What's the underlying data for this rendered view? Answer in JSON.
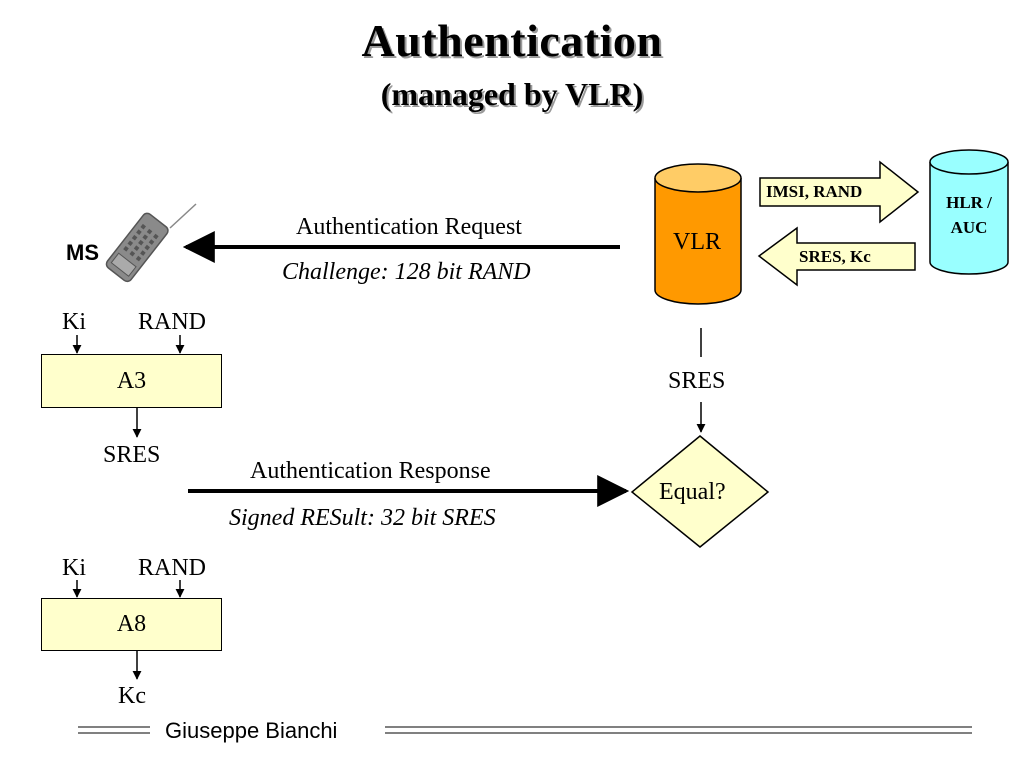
{
  "title": "Authentication",
  "subtitle": "(managed by VLR)",
  "ms_label": "MS",
  "vlr_label": "VLR",
  "hlr_label_line1": "HLR /",
  "hlr_label_line2": "AUC",
  "imsi_rand_label": "IMSI, RAND",
  "sres_kc_label": "SRES, Kc",
  "request": {
    "label": "Authentication Request",
    "sublabel": "Challenge: 128 bit RAND"
  },
  "response": {
    "label": "Authentication Response",
    "sublabel": "Signed RESult: 32 bit SRES"
  },
  "a3": {
    "input1": "Ki",
    "input2": "RAND",
    "box_label": "A3",
    "output": "SRES"
  },
  "a8": {
    "input1": "Ki",
    "input2": "RAND",
    "box_label": "A8",
    "output": "Kc"
  },
  "vlr_output": "SRES",
  "compare_label": "Equal?",
  "footer": "Giuseppe Bianchi",
  "colors": {
    "vlr_fill": "#ff9900",
    "vlr_top": "#ffcc66",
    "hlr_fill": "#99ffff",
    "box_fill": "#ffffcc"
  }
}
